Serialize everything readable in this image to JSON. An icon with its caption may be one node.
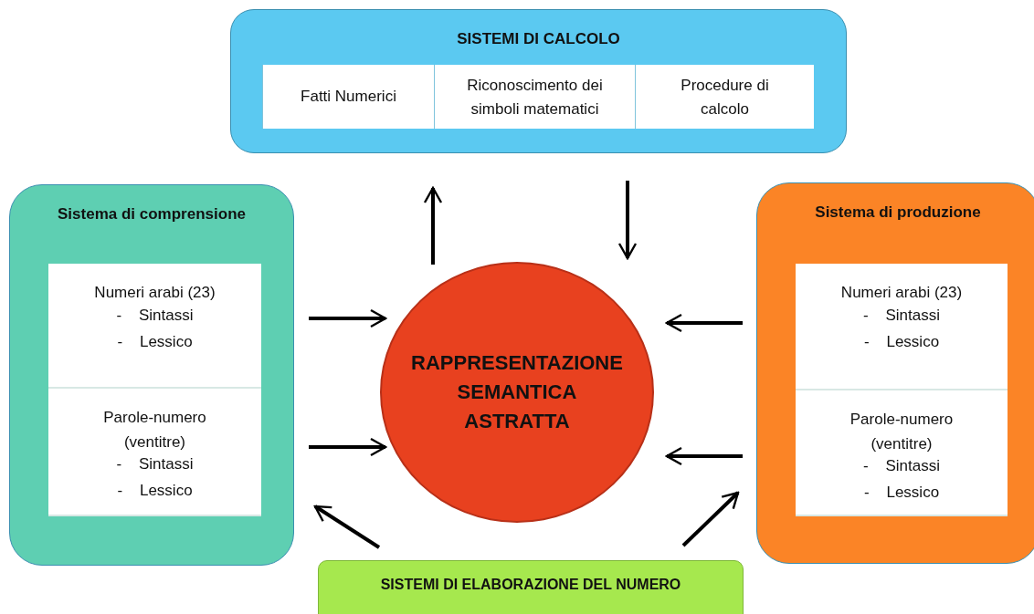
{
  "diagram": {
    "nodes": [
      {
        "text": [
          "SISTEMI DI CALCOLO"
        ]
      },
      {
        "text": [
          "Fatti Numerici"
        ],
        "in": 0
      },
      {
        "text": [
          "Riconoscimento dei simboli matematici"
        ],
        "in": 0
      },
      {
        "text": [
          "Procedure di calcolo"
        ],
        "in": 0
      },
      {
        "text": [
          "Sistema di comprensione"
        ]
      },
      {
        "text": [
          "Numeri arabi (23)",
          "- Sintassi",
          "- Lessico"
        ],
        "in": 4
      },
      {
        "text": [
          "Parole-numero (ventitre)",
          "- Sintassi",
          "- Lessico"
        ],
        "in": 4
      },
      {
        "text": [
          "RAPPRESENTAZIONE SEMANTICA ASTRATTA"
        ]
      },
      {
        "text": [
          "Sistema di produzione"
        ]
      },
      {
        "text": [
          "Numeri arabi (23)",
          "- Sintassi",
          "- Lessico"
        ],
        "in": 8
      },
      {
        "text": [
          "Parole-numero (ventitre)",
          "- Sintassi",
          "- Lessico"
        ],
        "in": 8
      },
      {
        "text": [
          "SISTEMI DI ELABORAZIONE DEL NUMERO"
        ]
      }
    ],
    "edges": [
      {
        "from": 7,
        "to": 0,
        "arrow": "to"
      },
      {
        "from": 0,
        "to": 7,
        "arrow": "to"
      },
      {
        "from": 5,
        "to": 7,
        "arrow": "to"
      },
      {
        "from": 6,
        "to": 7,
        "arrow": "to"
      },
      {
        "from": 9,
        "to": 7,
        "arrow": "to"
      },
      {
        "from": 10,
        "to": 7,
        "arrow": "to"
      },
      {
        "from": 11,
        "to": 4,
        "arrow": "to"
      },
      {
        "from": 11,
        "to": 8,
        "arrow": "to"
      }
    ]
  }
}
